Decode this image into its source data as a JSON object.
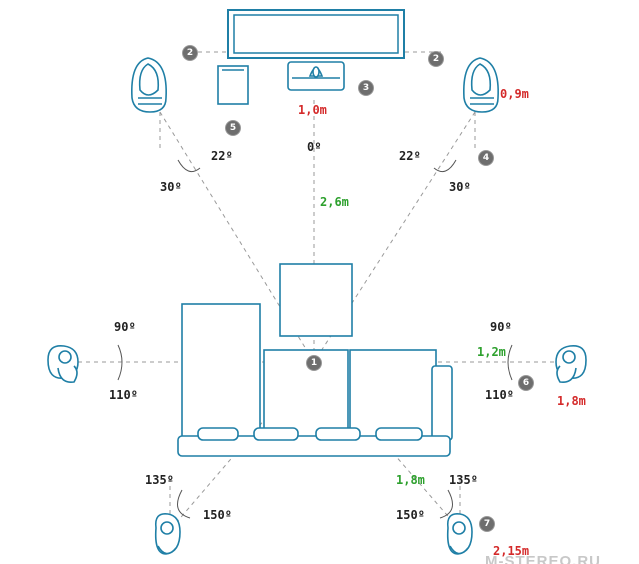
{
  "diagram": {
    "positions": {
      "1": "1",
      "2": "2",
      "3": "3",
      "4": "4",
      "5": "5",
      "6": "6",
      "7": "7"
    },
    "angles": {
      "front_left_inner": "22º",
      "front_left_outer": "30º",
      "front_right_inner": "22º",
      "front_right_outer": "30º",
      "center": "0º",
      "side_left_top": "90º",
      "side_left_bottom": "110º",
      "side_right_top": "90º",
      "side_right_bottom": "110º",
      "rear_left_top": "135º",
      "rear_left_bottom": "150º",
      "rear_right_top": "135º",
      "rear_right_bottom": "150º"
    },
    "distances": {
      "center_speaker": "1,0m",
      "front_speaker": "0,9m",
      "listening_to_tv": "2,6m",
      "listening_to_side": "1,2m",
      "side_speaker": "1,8m",
      "listening_to_rear": "1,8m",
      "rear_speaker": "2,15m"
    },
    "watermark": "M-STEREO.RU",
    "colors": {
      "line": "#1f7fa6",
      "dash": "#999999",
      "green": "#2da02d",
      "red": "#d42a2a",
      "badge": "#6e6e6e"
    }
  }
}
